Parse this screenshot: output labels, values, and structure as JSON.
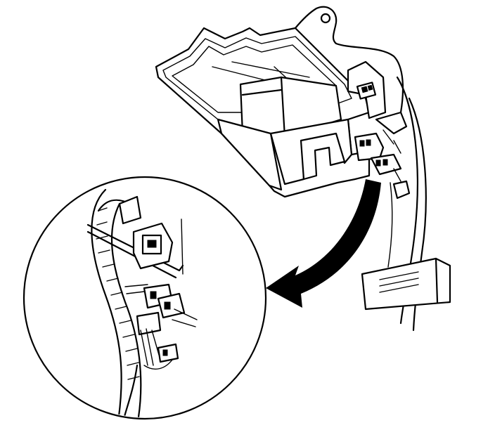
{
  "figure": {
    "kind": "line-art service illustration",
    "colors": {
      "ink": "#000000",
      "paper": "#ffffff"
    },
    "parts": [
      {
        "id": "module",
        "icon": "control-module-housing"
      },
      {
        "id": "mounting-tab",
        "icon": "mounting-tab-with-hole"
      },
      {
        "id": "connectors",
        "icon": "electrical-connector"
      },
      {
        "id": "trim-panel",
        "icon": "trim-panel"
      },
      {
        "id": "callout-arrow",
        "icon": "curved-arrow-icon"
      },
      {
        "id": "detail-view",
        "icon": "magnified-detail-circle"
      }
    ],
    "labels": []
  }
}
